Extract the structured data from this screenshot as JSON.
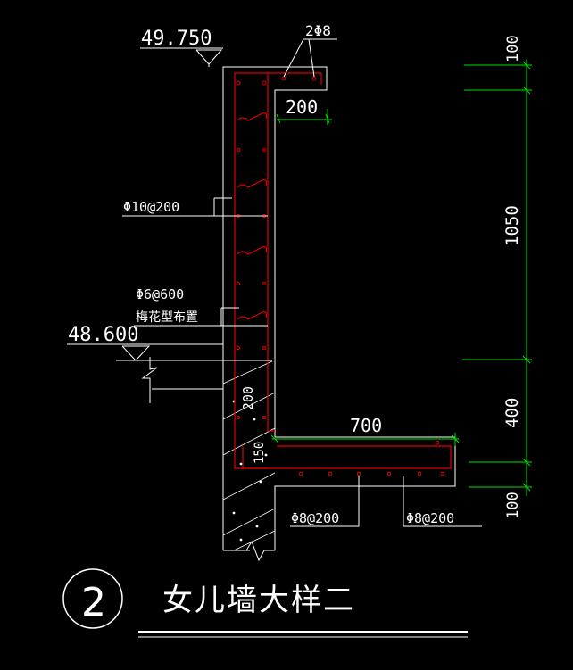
{
  "drawing": {
    "title": "女儿墙大样二",
    "detail_number": "2",
    "elevations": {
      "top": "49.750",
      "bottom": "48.600"
    },
    "rebar_labels": {
      "top_bars": "2Φ8",
      "vertical_bars": "Φ10@200",
      "tie_bars": "Φ6@600",
      "tie_note": "梅花型布置",
      "slab_bottom_left": "Φ8@200",
      "slab_bottom_right": "Φ8@200"
    },
    "dimensions": {
      "cap_width": "200",
      "wall_thickness": "200",
      "small_step": "150",
      "slab_length": "700",
      "right_top": "100",
      "right_main": "1050",
      "right_lower": "400",
      "right_bottom": "100"
    },
    "colors": {
      "background": "#000000",
      "outline": "#ffffff",
      "rebar": "#e00000",
      "dimension": "#00e000"
    }
  }
}
